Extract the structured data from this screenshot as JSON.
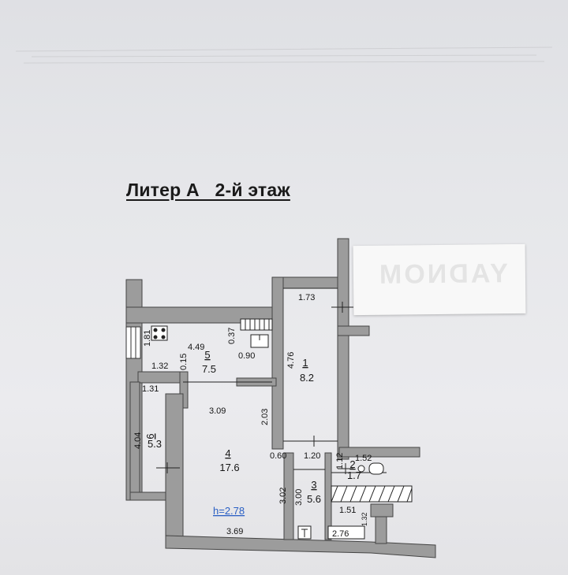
{
  "header": {
    "title": "Литер А   2-й этаж"
  },
  "sticker": {
    "text": "YADNOM"
  },
  "plan": {
    "height_label": "h=2.78",
    "rooms": [
      {
        "number": "1",
        "area": "8.2"
      },
      {
        "number": "4",
        "area": "17.6"
      },
      {
        "number": "5",
        "area": "7.5"
      },
      {
        "number": "6",
        "area": "5.3"
      },
      {
        "number": "3",
        "area": "5.6"
      },
      {
        "number": "2",
        "area": "1.7"
      }
    ],
    "dimensions": [
      "1.73",
      "4.76",
      "1.81",
      "4.49",
      "0.37",
      "0.90",
      "0.15",
      "1.32",
      "1.31",
      "3.09",
      "2.03",
      "4.04",
      "0.60",
      "1.20",
      "1.12",
      "1.52",
      "3.02",
      "3.00",
      "1.51",
      "3.69",
      "2.76",
      "1.32"
    ]
  }
}
